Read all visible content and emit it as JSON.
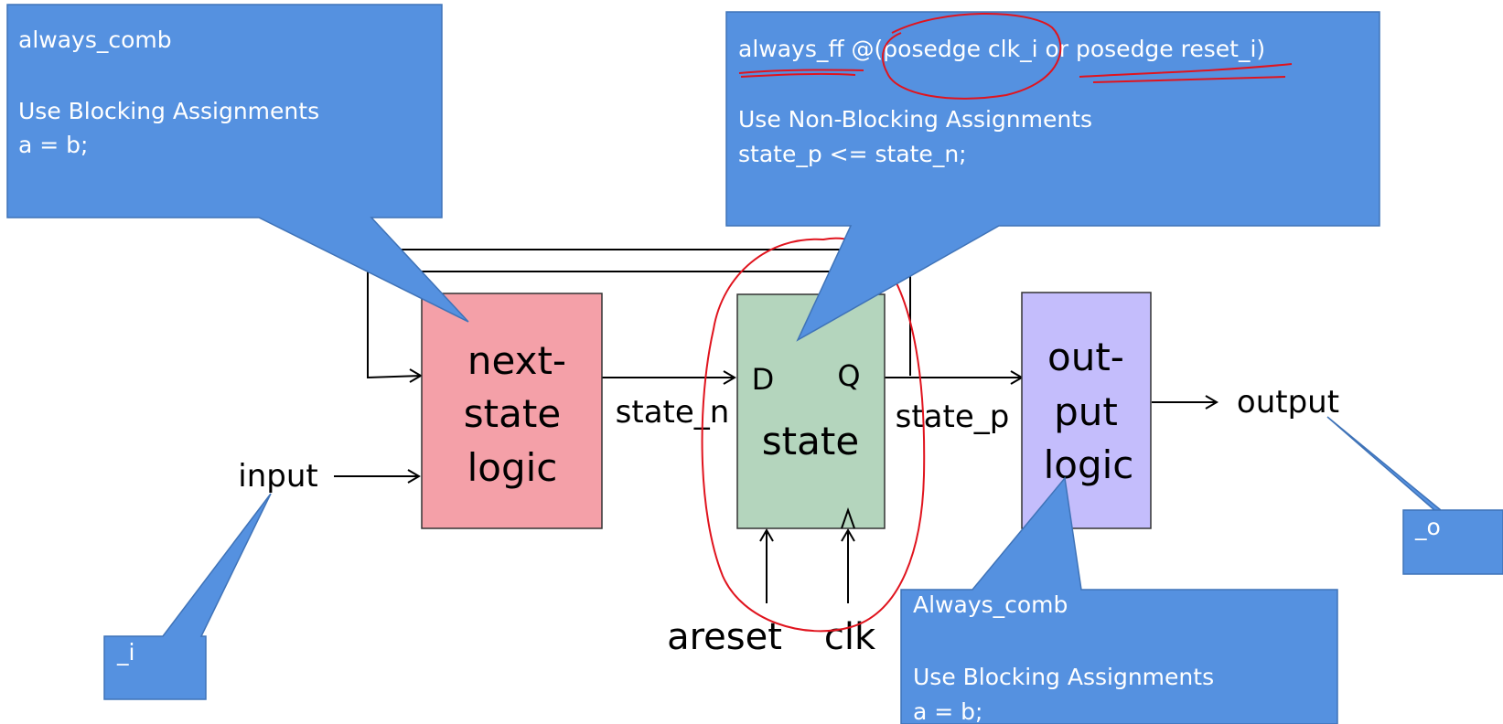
{
  "callouts": {
    "next_state": {
      "line1": "always_comb",
      "line2": "Use Blocking Assignments",
      "line3": "a = b;"
    },
    "state_reg": {
      "line1": "always_ff @(posedge clk_i or posedge reset_i)",
      "line2": "Use Non-Blocking Assignments",
      "line3": "state_p <= state_n;"
    },
    "output_logic": {
      "line1": "Always_comb",
      "line2": "Use Blocking Assignments",
      "line3": "a = b;"
    },
    "input_suffix": "_i",
    "output_suffix": "_o"
  },
  "blocks": {
    "next_state_logic": {
      "line1": "next-",
      "line2": "state",
      "line3": "logic",
      "color": "#f4a0a8"
    },
    "state": {
      "label": "state",
      "d_pin": "D",
      "q_pin": "Q",
      "clk_mark": "^",
      "color": "#b4d5bd"
    },
    "output_logic": {
      "line1": "out-",
      "line2": "put",
      "line3": "logic",
      "color": "#c4bdfc"
    }
  },
  "signals": {
    "input": "input",
    "state_n": "state_n",
    "state_p": "state_p",
    "output": "output",
    "areset": "areset",
    "clk": "clk"
  },
  "colors": {
    "callout_fill": "#5591e0",
    "annotation_ink": "#e0141e"
  }
}
